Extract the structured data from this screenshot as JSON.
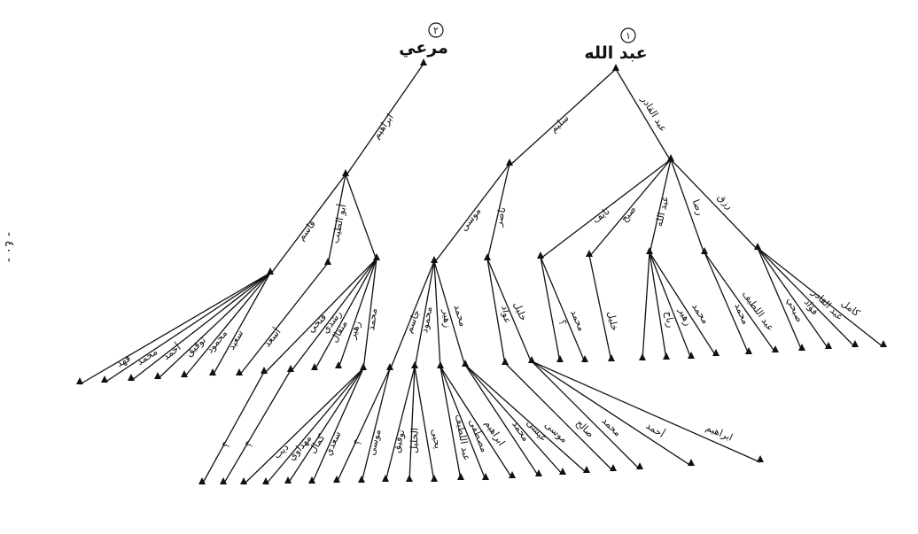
{
  "page_number": "- ٤٠ -",
  "tree": [
    {
      "name": "مرعي",
      "number": "٢",
      "children": [
        {
          "name": "ابراهيم",
          "children": [
            {
              "name": "قاسم",
              "children": [
                {
                  "name": "فهد"
                },
                {
                  "name": "محمد"
                },
                {
                  "name": "أحمد"
                },
                {
                  "name": "توفيق"
                },
                {
                  "name": "محمود"
                },
                {
                  "name": "سعيد"
                }
              ]
            },
            {
              "name": "أبو الطيب",
              "children": [
                {
                  "name": "أسعد"
                }
              ]
            },
            {
              "name": "",
              "children": [
                {
                  "name": "فتحي",
                  "children": [
                    {
                      "name": "؟"
                    }
                  ]
                },
                {
                  "name": "رشدي",
                  "children": [
                    {
                      "name": "؟"
                    }
                  ]
                },
                {
                  "name": "مثقال"
                },
                {
                  "name": "زهير"
                },
                {
                  "name": "محمد",
                  "children": [
                    {
                      "name": "ذيب"
                    },
                    {
                      "name": "مهداوي"
                    },
                    {
                      "name": "كمال"
                    },
                    {
                      "name": "سعدي"
                    }
                  ]
                }
              ]
            }
          ]
        }
      ]
    },
    {
      "name": "عبد الله",
      "number": "١",
      "children": [
        {
          "name": "سليم",
          "children": [
            {
              "name": "موسى",
              "children": [
                {
                  "name": "جاسم",
                  "children": [
                    {
                      "name": "؟"
                    },
                    {
                      "name": "موسى"
                    }
                  ]
                },
                {
                  "name": "محمود",
                  "children": [
                    {
                      "name": "توفيق"
                    },
                    {
                      "name": "الخليل"
                    },
                    {
                      "name": "يحيى"
                    }
                  ]
                },
                {
                  "name": "زهير",
                  "children": [
                    {
                      "name": "عبد اللطيف"
                    },
                    {
                      "name": "مصطفى"
                    },
                    {
                      "name": "ابراهيم"
                    }
                  ]
                },
                {
                  "name": "محمد",
                  "children": [
                    {
                      "name": "محمد"
                    },
                    {
                      "name": "عيسى"
                    },
                    {
                      "name": "موسى"
                    }
                  ]
                }
              ]
            },
            {
              "name": "ناصر",
              "children": [
                {
                  "name": "عواد",
                  "children": [
                    {
                      "name": "صالح"
                    }
                  ]
                },
                {
                  "name": "خليل",
                  "children": [
                    {
                      "name": "محمد"
                    },
                    {
                      "name": "أحمد"
                    },
                    {
                      "name": "ابراهيم"
                    }
                  ]
                }
              ]
            }
          ]
        },
        {
          "name": "عبد القادر",
          "children": [
            {
              "name": "نايف",
              "children": [
                {
                  "name": "؟"
                },
                {
                  "name": "محمد"
                }
              ]
            },
            {
              "name": "صبح",
              "children": [
                {
                  "name": "خليل"
                }
              ]
            },
            {
              "name": "عبد الله",
              "children": [
                {
                  "name": ""
                },
                {
                  "name": "رباح"
                },
                {
                  "name": "زهير"
                },
                {
                  "name": "محمد"
                }
              ]
            },
            {
              "name": "رضا",
              "children": [
                {
                  "name": "محمد"
                },
                {
                  "name": "عبد اللطيف"
                }
              ]
            },
            {
              "name": "رزق",
              "children": [
                {
                  "name": "صبحي"
                },
                {
                  "name": "فؤاد"
                },
                {
                  "name": "عبد القادر"
                },
                {
                  "name": "كامل"
                }
              ]
            }
          ]
        }
      ]
    }
  ]
}
